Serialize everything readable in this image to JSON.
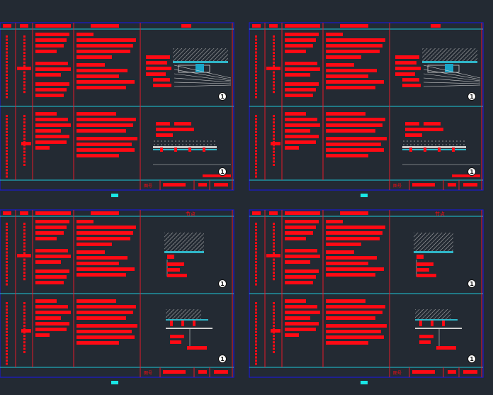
{
  "sheets": [
    {
      "id": "top-left",
      "circle_labels": [
        "1",
        "1"
      ],
      "title_glyphs": "",
      "footer_glyph": "图号"
    },
    {
      "id": "top-right",
      "circle_labels": [
        "1",
        "1"
      ],
      "title_glyphs": "",
      "footer_glyph": "图号"
    },
    {
      "id": "bottom-left",
      "circle_labels": [
        "1",
        "1"
      ],
      "title_glyphs": "节点",
      "footer_glyph": "图号"
    },
    {
      "id": "bottom-right",
      "circle_labels": [
        "1",
        "1"
      ],
      "title_glyphs": "节点",
      "footer_glyph": "图号"
    }
  ],
  "colors": {
    "background": "#232a33",
    "frame": "#1a1ad0",
    "grid_line": "#e51a2a",
    "divider": "#1ec8d8",
    "text_block": "#ff0a14",
    "hatch": "#c8c8c8",
    "marker": "#19e6e6"
  }
}
